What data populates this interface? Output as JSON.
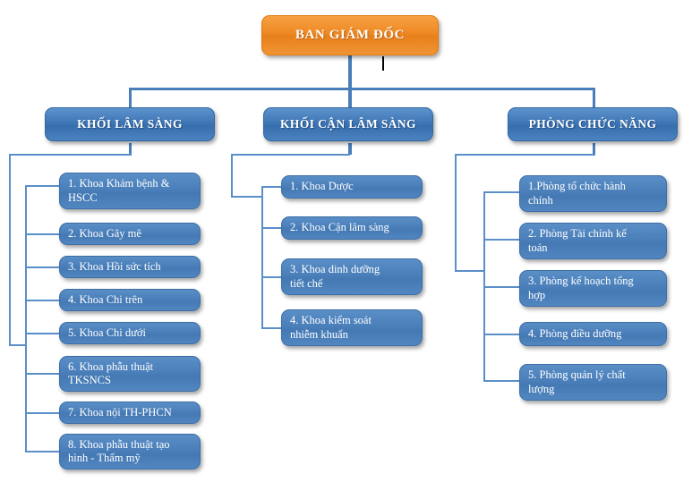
{
  "chart_data": {
    "type": "diagram",
    "title": "BAN GIÁM ĐỐC",
    "diagram_kind": "organizational-chart",
    "orientation": "top-down, three branches",
    "colors": {
      "root_fill": "#ef8b25",
      "branch_fill": "#3f76b5",
      "leaf_fill": "#4a7fba",
      "connector": "#4a7ebb",
      "text": "#ffffff",
      "background": "#ffffff"
    }
  },
  "root": {
    "label": "BAN GIÁM ĐỐC"
  },
  "branches": [
    {
      "id": "khoi-lam-sang",
      "label": "KHỐI LÂM SÀNG",
      "children": [
        {
          "line1": "1. Khoa Khám bệnh &",
          "line2": "HSCC"
        },
        {
          "line1": "2. Khoa Gây mê",
          "line2": ""
        },
        {
          "line1": "3. Khoa Hồi sức tích",
          "line2": ""
        },
        {
          "line1": "4. Khoa Chi trên",
          "line2": ""
        },
        {
          "line1": "5. Khoa Chi dưới",
          "line2": ""
        },
        {
          "line1": "6. Khoa phẫu thuật",
          "line2": "TKSNCS"
        },
        {
          "line1": "7. Khoa nội TH-PHCN",
          "line2": ""
        },
        {
          "line1": "8. Khoa phẫu thuật tạo",
          "line2": "hình - Thẩm mỹ"
        }
      ]
    },
    {
      "id": "khoi-can-lam-sang",
      "label": "KHỐI CẬN LÂM SÀNG",
      "children": [
        {
          "line1": "1. Khoa Dược",
          "line2": ""
        },
        {
          "line1": "2. Khoa Cận lâm sàng",
          "line2": ""
        },
        {
          "line1": "3. Khoa dinh dưỡng",
          "line2": "tiết chế"
        },
        {
          "line1": "4. Khoa kiểm soát",
          "line2": "nhiễm khuẩn"
        }
      ]
    },
    {
      "id": "phong-chuc-nang",
      "label": "PHÒNG CHỨC NĂNG",
      "children": [
        {
          "line1": "1.Phòng tổ chức hành",
          "line2": "chính"
        },
        {
          "line1": "2. Phòng Tài chính kế",
          "line2": "toán"
        },
        {
          "line1": "3. Phòng kế hoạch tổng",
          "line2": "hợp"
        },
        {
          "line1": "4. Phòng điều dưỡng",
          "line2": ""
        },
        {
          "line1": "5. Phòng quản lý chất",
          "line2": "lượng"
        }
      ]
    }
  ]
}
